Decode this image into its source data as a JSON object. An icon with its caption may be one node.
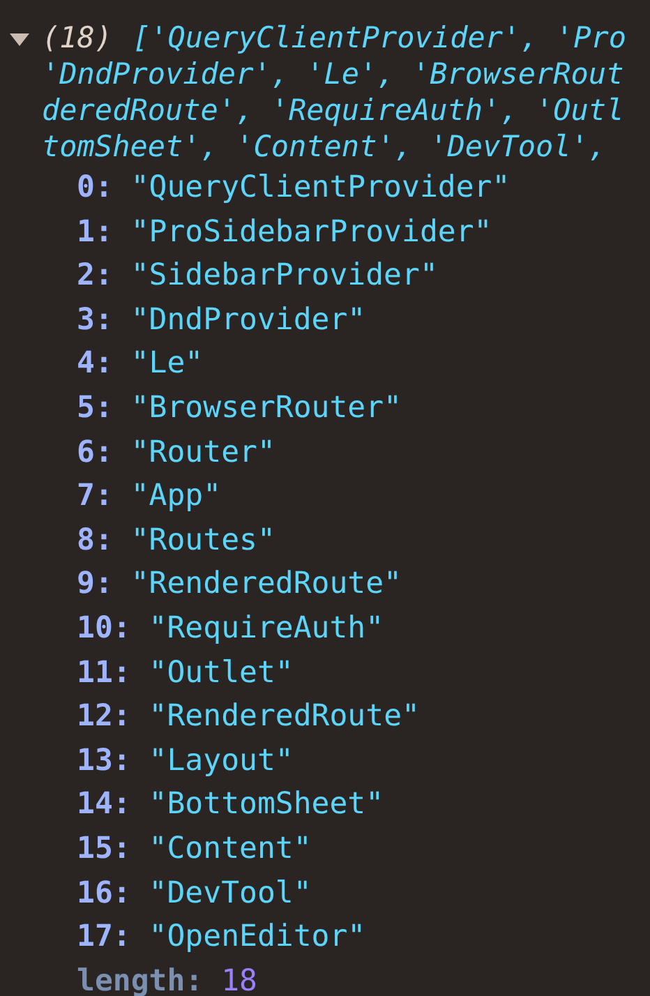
{
  "diagram": {
    "labels": [
      "(18)",
      "['QueryClientProvider', 'Pro",
      "'DndProvider', 'Le', 'BrowserRout",
      "deredRoute', 'RequireAuth', 'Outl",
      "tomSheet', 'Content', 'DevTool',",
      "0:",
      "\"QueryClientProvider\"",
      "1:",
      "\"ProSidebarProvider\"",
      "2:",
      "\"SidebarProvider\"",
      "3:",
      "\"DndProvider\"",
      "4:",
      "\"Le\"",
      "5:",
      "\"BrowserRouter\"",
      "6:",
      "\"Router\"",
      "7:",
      "\"App\"",
      "8:",
      "\"Routes\"",
      "9:",
      "\"RenderedRoute\"",
      "10:",
      "\"RequireAuth\"",
      "11:",
      "\"Outlet\"",
      "12:",
      "\"RenderedRoute\"",
      "13:",
      "\"Layout\"",
      "14:",
      "\"BottomSheet\"",
      "15:",
      "\"Content\"",
      "16:",
      "\"DevTool\"",
      "17:",
      "\"OpenEditor\"",
      "length:",
      "18"
    ]
  }
}
